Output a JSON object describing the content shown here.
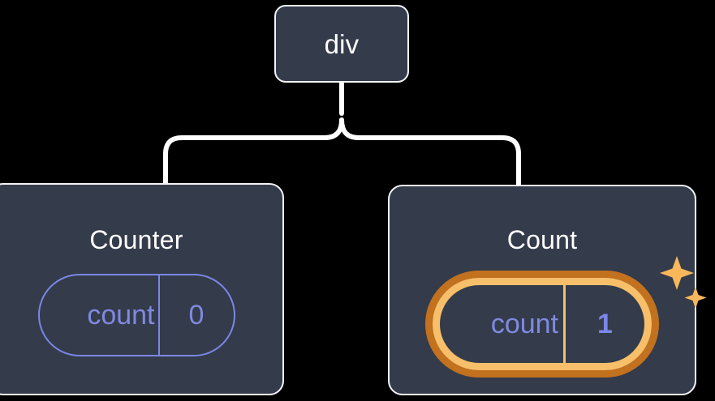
{
  "diagram": {
    "type": "component-tree",
    "background_color": "#000000",
    "node_fill": "#343b4a",
    "node_border": "#f2f4f8",
    "connector_color": "#ffffff",
    "accent_signal": "#7b87e8",
    "accent_highlight_outer": "#c2711e",
    "accent_highlight_inner": "#f8bf6a",
    "sparkle_color": "#f9b75c"
  },
  "root": {
    "label": "div"
  },
  "children": [
    {
      "title": "Counter",
      "state": {
        "key": "count",
        "value": "0",
        "highlighted": false
      }
    },
    {
      "title": "Count",
      "state": {
        "key": "count",
        "value": "1",
        "highlighted": true
      },
      "sparkle_icons": [
        "sparkle-large",
        "sparkle-small"
      ]
    }
  ]
}
